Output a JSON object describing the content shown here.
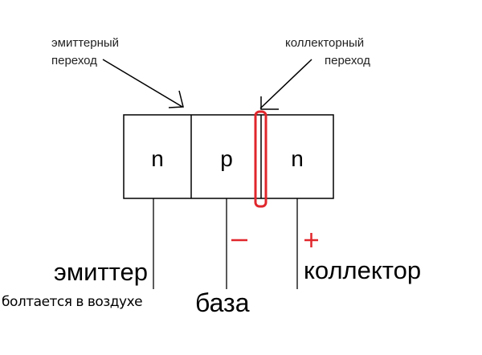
{
  "labels": {
    "emitter_junction": [
      "эмиттерный",
      "переход"
    ],
    "collector_junction": [
      "коллекторный",
      "переход"
    ],
    "emitter": "эмиттер",
    "emitter_note": "болтается в воздухе",
    "base": "база",
    "collector": "коллектор"
  },
  "regions": [
    "n",
    "p",
    "n"
  ],
  "polarity": {
    "base": "−",
    "collector": "+"
  },
  "colors": {
    "line": "#000000",
    "highlight": "#e0262b"
  }
}
